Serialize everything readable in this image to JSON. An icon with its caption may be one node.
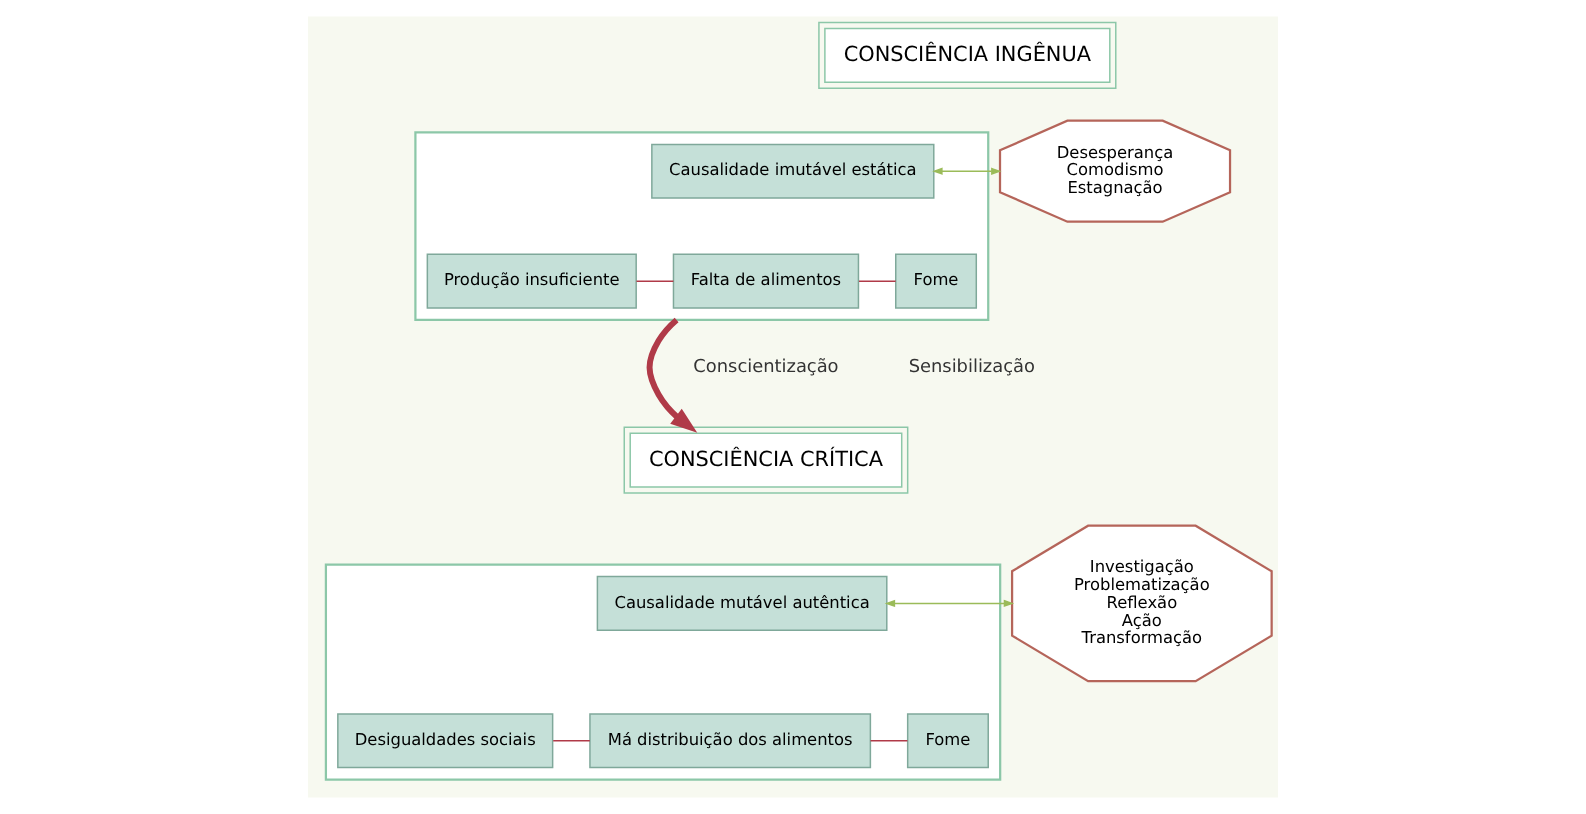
{
  "diagram": {
    "nodes": [
      {
        "text": [
          "CONSCIÊNCIA INGÊNUA"
        ]
      },
      {
        "text": [],
        "shape": "box"
      },
      {
        "text": [
          "Causalidade imutável estática"
        ],
        "in": 1
      },
      {
        "text": [
          "Produção insuficiente"
        ],
        "in": 1
      },
      {
        "text": [
          "Falta de alimentos"
        ],
        "in": 1
      },
      {
        "text": [
          "Fome"
        ],
        "in": 1
      },
      {
        "text": [
          "Desesperança",
          "Comodismo",
          "Estagnação"
        ]
      },
      {
        "text": [
          "CONSCIÊNCIA CRÍTICA"
        ]
      },
      {
        "text": [],
        "shape": "box"
      },
      {
        "text": [
          "Causalidade mutável autêntica"
        ],
        "in": 8
      },
      {
        "text": [
          "Desigualdades sociais"
        ],
        "in": 8
      },
      {
        "text": [
          "Má distribuição dos alimentos"
        ],
        "in": 8
      },
      {
        "text": [
          "Fome"
        ],
        "in": 8
      },
      {
        "text": [
          "Investigação",
          "Problematização",
          "Reflexão",
          "Ação",
          "Transformação"
        ]
      }
    ],
    "edges": [
      {
        "from": 3,
        "to": 4,
        "arrow": "none"
      },
      {
        "from": 4,
        "to": 5,
        "arrow": "none"
      },
      {
        "from": 2,
        "to": 6,
        "arrow": "both",
        "color": "#9bbb59"
      },
      {
        "from": 1,
        "to": 7,
        "arrow": "to",
        "style": "thick"
      },
      {
        "from": 10,
        "to": 11,
        "arrow": "none"
      },
      {
        "from": 11,
        "to": 12,
        "arrow": "none"
      },
      {
        "from": 9,
        "to": 13,
        "arrow": "both",
        "color": "#9bbb59"
      }
    ],
    "labels": [
      "Conscientização",
      "Sensibilização"
    ]
  }
}
